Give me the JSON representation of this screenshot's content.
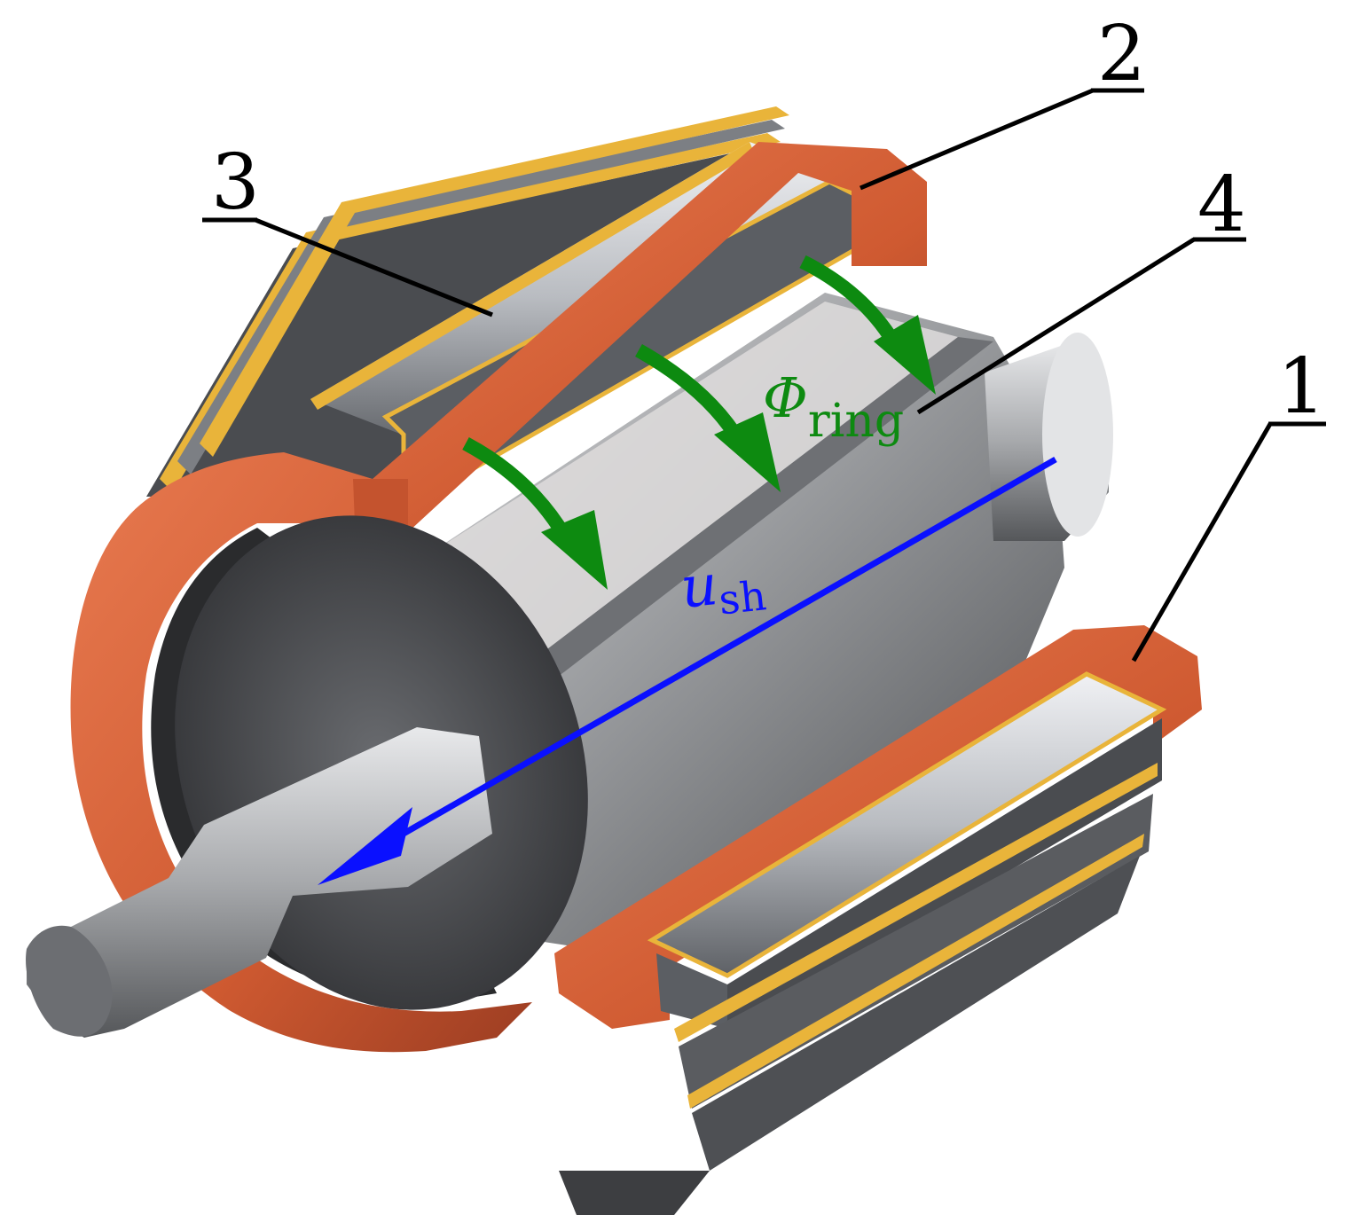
{
  "figure": {
    "callouts": [
      {
        "id": "1",
        "label": "1"
      },
      {
        "id": "2",
        "label": "2"
      },
      {
        "id": "3",
        "label": "3"
      },
      {
        "id": "4",
        "label": "4"
      }
    ],
    "flux_symbol": "Φ",
    "flux_subscript": "ring",
    "voltage_symbol": "u",
    "voltage_subscript": "sh"
  },
  "colors": {
    "copper": "#d35f36",
    "copper_dark": "#a8432a",
    "steel": "#8e9296",
    "magnet": "#6d7075",
    "magnet_light": "#d8dbe0",
    "gold": "#e9b43a",
    "flux_arrow": "#0d8a10",
    "voltage_arrow": "#0a10ff",
    "leader": "#000000"
  }
}
